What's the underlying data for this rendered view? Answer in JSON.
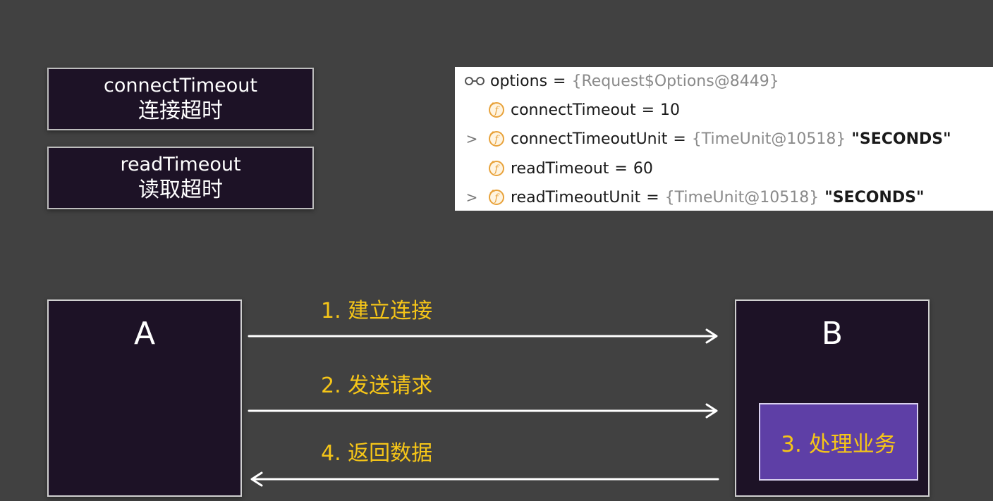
{
  "config_boxes": {
    "connect": {
      "en": "connectTimeout",
      "cn": "连接超时"
    },
    "read": {
      "en": "readTimeout",
      "cn": "读取超时"
    }
  },
  "debugger": {
    "root": {
      "name": "options",
      "eq": "=",
      "ref": "{Request$Options@8449}"
    },
    "fields": [
      {
        "name": "connectTimeout",
        "eq": "=",
        "value": "10",
        "expandable": false
      },
      {
        "name": "connectTimeoutUnit",
        "eq": "=",
        "ref": "{TimeUnit@10518}",
        "str": "\"SECONDS\"",
        "expandable": true
      },
      {
        "name": "readTimeout",
        "eq": "=",
        "value": "60",
        "expandable": false
      },
      {
        "name": "readTimeoutUnit",
        "eq": "=",
        "ref": "{TimeUnit@10518}",
        "str": "\"SECONDS\"",
        "expandable": true
      }
    ],
    "expander_glyph": ">"
  },
  "diagram": {
    "node_a": "A",
    "node_b": "B",
    "process": "3. 处理业务",
    "steps": {
      "step1": "1. 建立连接",
      "step2": "2. 发送请求",
      "step4": "4. 返回数据"
    }
  },
  "colors": {
    "background": "#414141",
    "box_fill": "#1d1226",
    "accent_label": "#f5c518",
    "process_fill": "#5e3fa6",
    "field_icon": "#e8a23a"
  },
  "icons": {
    "root": "watch-glasses-icon",
    "field": "field-f-icon"
  }
}
